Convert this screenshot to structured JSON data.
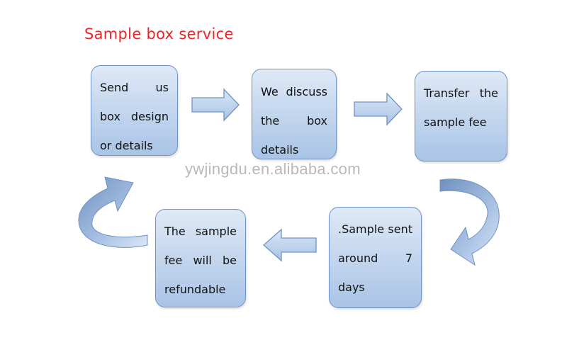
{
  "diagram": {
    "title": "Sample box service",
    "watermark": "ywjingdu.en.alibaba.com",
    "nodes": [
      {
        "id": "send-design",
        "text": "Send us box design or details"
      },
      {
        "id": "discuss",
        "text": "We discuss the box details"
      },
      {
        "id": "transfer-fee",
        "text": "Transfer the sample fee"
      },
      {
        "id": "sample-sent",
        "text": ".Sample sent around 7 days"
      },
      {
        "id": "refund",
        "text": "The sample fee will be refundable"
      }
    ],
    "edges": [
      {
        "from": "send-design",
        "to": "discuss"
      },
      {
        "from": "discuss",
        "to": "transfer-fee"
      },
      {
        "from": "transfer-fee",
        "to": "sample-sent"
      },
      {
        "from": "sample-sent",
        "to": "refund"
      },
      {
        "from": "refund",
        "to": "send-design"
      }
    ],
    "colors": {
      "title": "#e8262a",
      "node_border": "#6f93c4",
      "node_fill_top": "#dfe9f6",
      "node_fill_bottom": "#a9c4e6",
      "arrow_fill": "#bcd2ee",
      "arrow_stroke": "#6f93c4",
      "curve_arrow_dark": "#7a9bc6",
      "curve_arrow_light": "#cddcf1",
      "watermark": "#b9b9b9"
    }
  }
}
